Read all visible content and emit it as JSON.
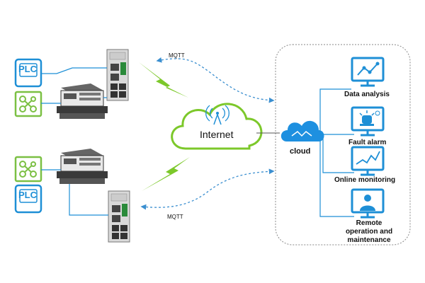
{
  "labels": {
    "mqtt_top": "MQTT",
    "mqtt_bottom": "MQTT",
    "internet": "Internet",
    "cloud": "cloud",
    "data_analysis": "Data analysis",
    "fault_alarm": "Fault alarm",
    "online_monitoring": "Online monitoring",
    "remote_line1": "Remote",
    "remote_line2": "operation and",
    "remote_line3": "maintenance",
    "plc_top": "PLC",
    "plc_bottom": "PLC"
  },
  "icons": {
    "plc": "plc-icon",
    "topology": "network-topology-icon",
    "machine": "industrial-machine-icon",
    "gateway": "iot-gateway-icon",
    "lightning": "lightning-bolt-icon",
    "antenna": "wireless-antenna-icon",
    "cloud": "cloud-icon",
    "monitor": "monitor-icon"
  },
  "colors": {
    "plc_blue": "#1e8fd6",
    "topology_green": "#7bc043",
    "lightning_green": "#7cc82a",
    "link_blue": "#3b8fd0",
    "cloud_blue": "#1e90e0",
    "panel_border": "#888888"
  }
}
